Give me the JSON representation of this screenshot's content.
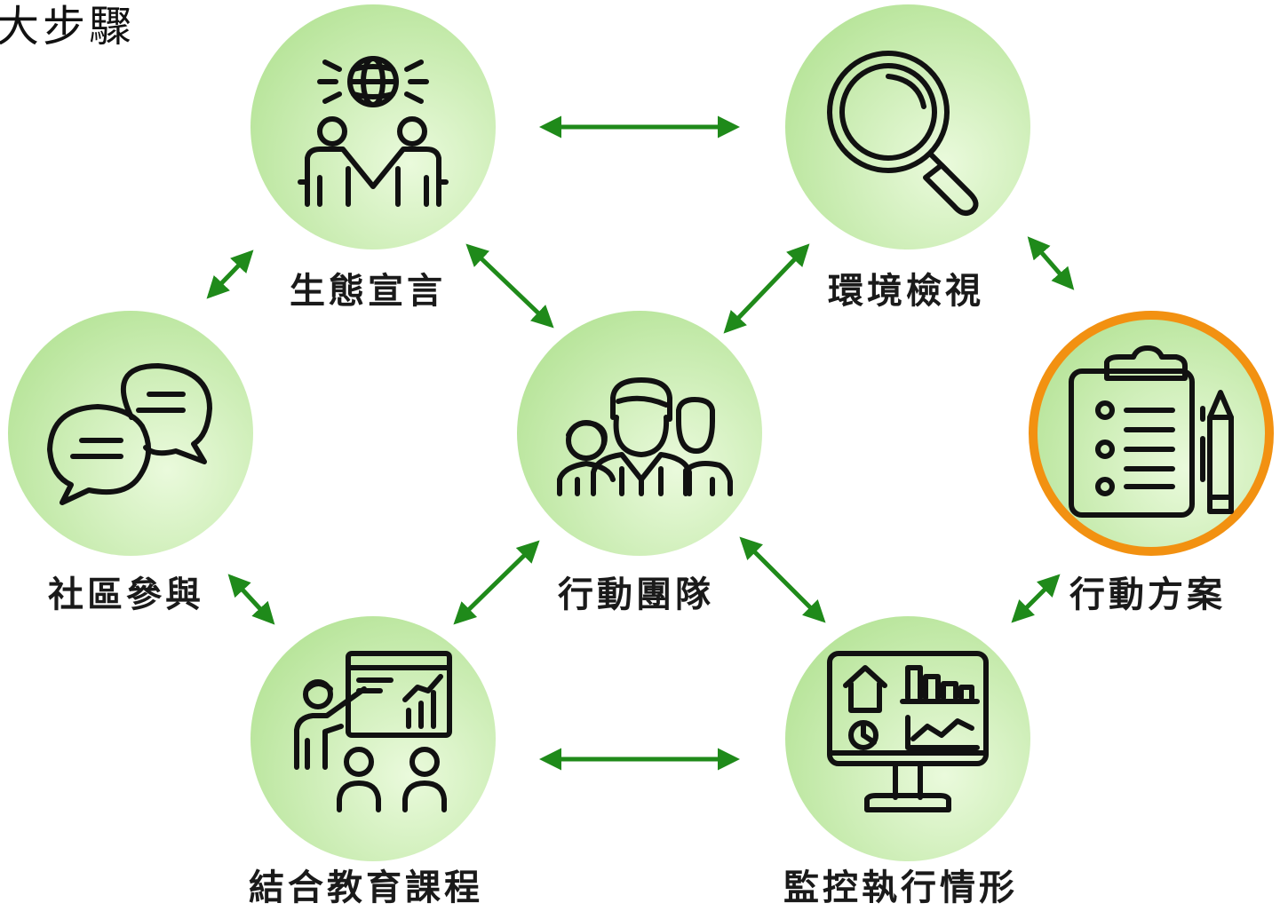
{
  "corner_title": "大步驟",
  "nodes": {
    "eco_declaration": {
      "label": "生態宣言",
      "icon": "handshake-globe-icon"
    },
    "env_review": {
      "label": "環境檢視",
      "icon": "magnifier-icon"
    },
    "action_team": {
      "label": "行動團隊",
      "icon": "team-icon"
    },
    "community": {
      "label": "社區參與",
      "icon": "chat-bubbles-icon"
    },
    "action_plan": {
      "label": "行動方案",
      "icon": "clipboard-checklist-icon",
      "highlighted": true
    },
    "curriculum": {
      "label": "結合教育課程",
      "icon": "presentation-icon"
    },
    "monitoring": {
      "label": "監控執行情形",
      "icon": "monitor-dashboard-icon"
    }
  },
  "colors": {
    "node_fill_light": "#e4f7d2",
    "node_fill_dark": "#bfe8a4",
    "arrow": "#1f8a1a",
    "highlight_ring": "#f29111",
    "icon_stroke": "#111111"
  }
}
